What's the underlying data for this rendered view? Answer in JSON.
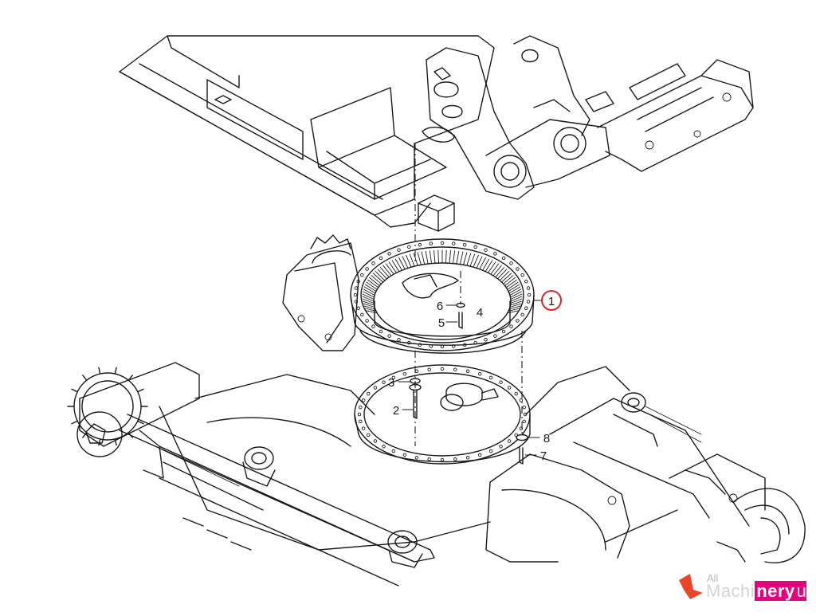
{
  "callouts": {
    "main_part": "1",
    "bolt_long": "2",
    "washer_upper": "3",
    "inner_ring": "4",
    "bolt_short": "5",
    "washer_small": "6",
    "bolt_lower": "7",
    "washer_lower": "8"
  },
  "watermark": {
    "line1": "All",
    "line2_left": "Machi",
    "line2_badge": "nery",
    "line2_right": "u",
    "badge_color": "#e6007e",
    "logo_color": "#e8462a"
  },
  "colors": {
    "line": "#1a1a1a",
    "callout_ring": "#d7262e"
  }
}
